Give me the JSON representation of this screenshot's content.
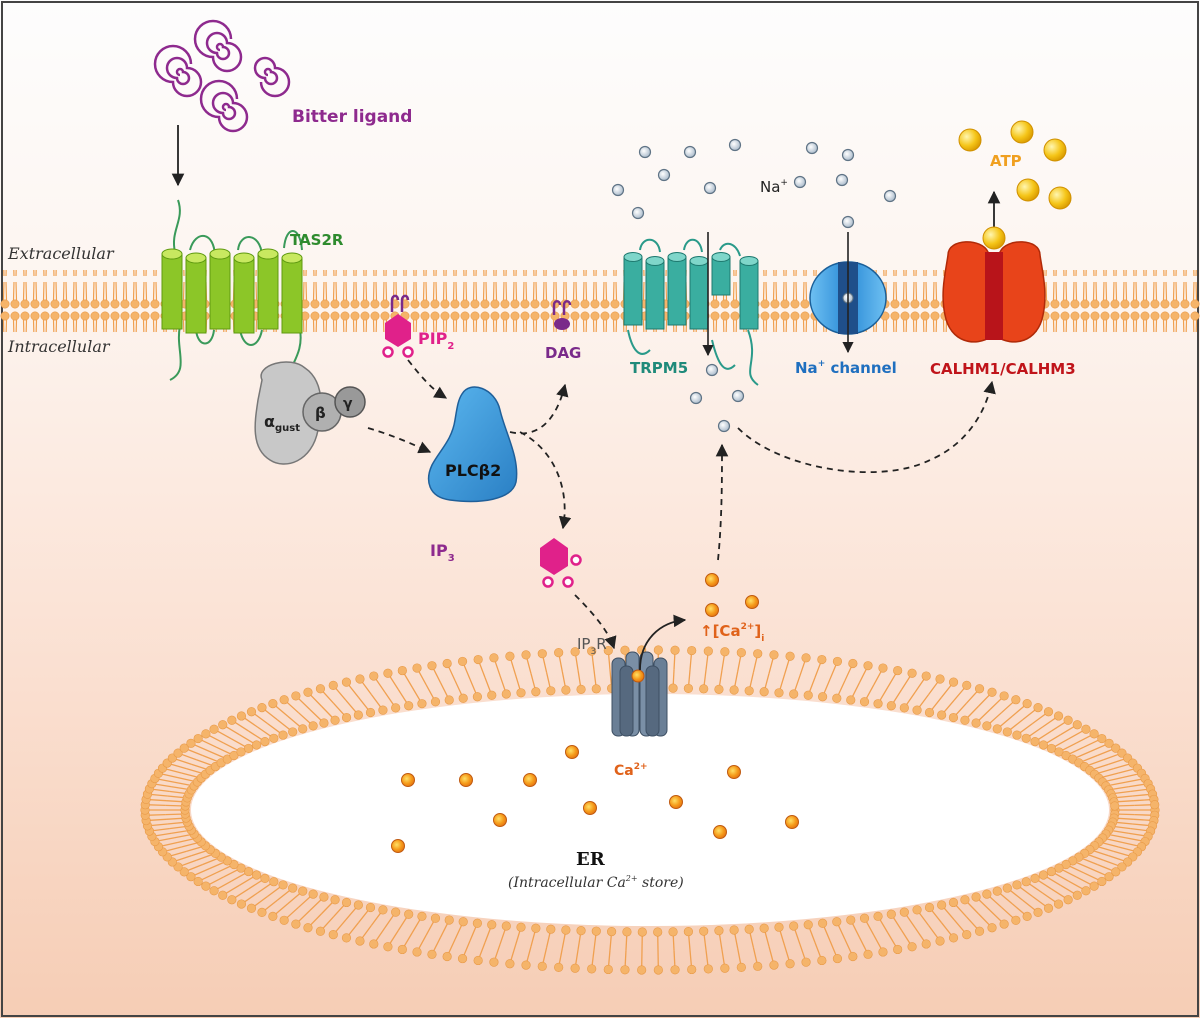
{
  "labels": {
    "bitter_ligand": "Bitter ligand",
    "tas2r": "TAS2R",
    "extracellular": "Extracellular",
    "intracellular": "Intracellular",
    "alpha": "α",
    "alpha_sub": "gust",
    "beta": "β",
    "gamma": "γ",
    "pip": "PIP",
    "pip_sub": "2",
    "dag": "DAG",
    "plc": "PLCβ2",
    "ip": "IP",
    "ip_sub": "3",
    "trpm5": "TRPM5",
    "na_ion": "Na",
    "na_sup": "+",
    "na_channel_prefix": "Na",
    "na_channel_sup": "+",
    "na_channel_suffix": " channel",
    "atp": "ATP",
    "calhm": "CALHM1/CALHM3",
    "ip3r_main": "IP",
    "ip3r_sub": "3",
    "ip3r_end": "R",
    "ca_rise_arrow": "↑",
    "ca_rise_open": "[Ca",
    "ca_rise_sup": "2+",
    "ca_rise_close": "]",
    "ca_rise_sub": "i",
    "ca_er": "Ca",
    "ca_er_sup": "2+",
    "er": "ER",
    "er_note_pre": "(Intracellular Ca",
    "er_note_sup": "2+",
    "er_note_post": " store)"
  },
  "colors": {
    "ligand": "#8e2a8e",
    "tas2r_green": "#9acd32",
    "tas2r_label": "#2e8b2e",
    "gprotein": "#b8b8b8",
    "pip_pink": "#e0218a",
    "dag_purple": "#7a2a8a",
    "plc_blue": "#3a9ad9",
    "trpm5_teal": "#3aaea0",
    "na_channel_blue": "#2a8ad6",
    "calhm_red": "#e8441a",
    "atp_yellow": "#f5c518",
    "calcium_orange": "#f08a1a",
    "ip3r_grey": "#6a7f96",
    "membrane_orange": "#f2a25a"
  }
}
